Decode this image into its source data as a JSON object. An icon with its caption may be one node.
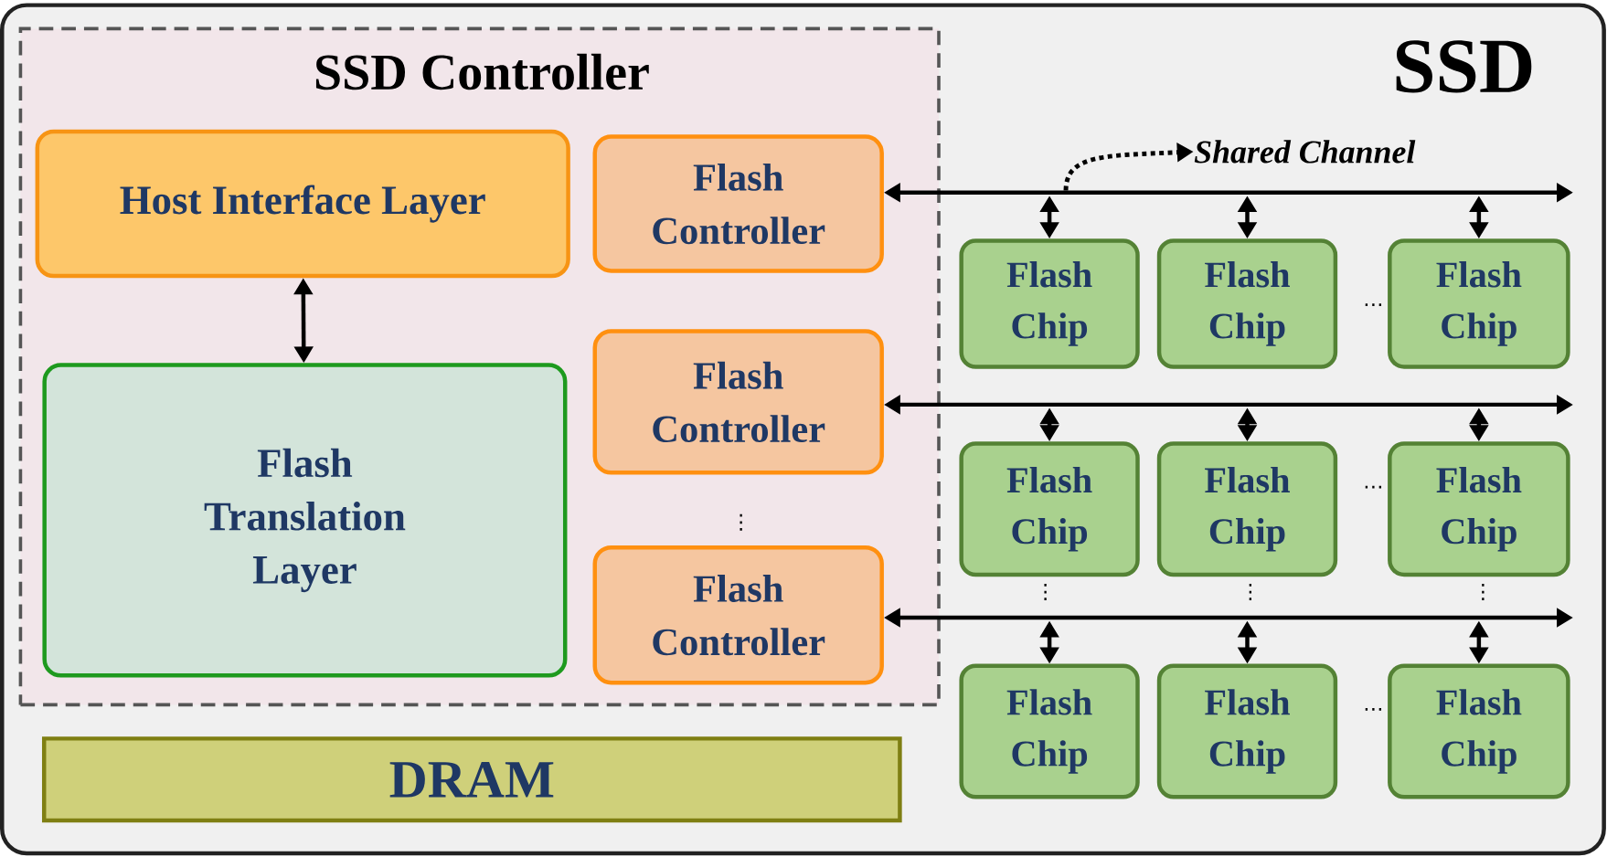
{
  "diagram": {
    "nodes": [
      {
        "text": [
          "SSD"
        ]
      },
      {
        "text": [
          "SSD Controller"
        ],
        "in": 0
      },
      {
        "text": [
          "Host Interface Layer"
        ],
        "in": 1
      },
      {
        "text": [
          "Flash Translation Layer"
        ],
        "in": 1
      },
      {
        "text": [
          "Flash Controller"
        ],
        "in": 1
      },
      {
        "text": [
          "Flash Controller"
        ],
        "in": 1
      },
      {
        "text": [
          "Flash Controller"
        ],
        "in": 1
      },
      {
        "text": [
          "DRAM"
        ],
        "in": 0
      },
      {
        "text": [
          "Flash Chip"
        ],
        "in": 0
      },
      {
        "text": [
          "Flash Chip"
        ],
        "in": 0
      },
      {
        "text": [
          "Flash Chip"
        ],
        "in": 0
      },
      {
        "text": [
          "Flash Chip"
        ],
        "in": 0
      },
      {
        "text": [
          "Flash Chip"
        ],
        "in": 0
      },
      {
        "text": [
          "Flash Chip"
        ],
        "in": 0
      },
      {
        "text": [
          "Flash Chip"
        ],
        "in": 0
      },
      {
        "text": [
          "Flash Chip"
        ],
        "in": 0
      },
      {
        "text": [
          "Flash Chip"
        ],
        "in": 0
      },
      {
        "text": [
          "Shared Channel"
        ],
        "in": 0
      }
    ],
    "edges": [
      {
        "from": 2,
        "to": 3,
        "arrow": "both"
      },
      {
        "from": 4,
        "to": null,
        "arrow": "both"
      },
      {
        "from": 5,
        "to": null,
        "arrow": "both"
      },
      {
        "from": 6,
        "to": null,
        "arrow": "both"
      },
      {
        "from": null,
        "to": 8,
        "arrow": "both"
      },
      {
        "from": null,
        "to": 9,
        "arrow": "both"
      },
      {
        "from": null,
        "to": 10,
        "arrow": "both"
      },
      {
        "from": null,
        "to": 11,
        "arrow": "both"
      },
      {
        "from": null,
        "to": 12,
        "arrow": "both"
      },
      {
        "from": null,
        "to": 13,
        "arrow": "both"
      },
      {
        "from": null,
        "to": 14,
        "arrow": "both"
      },
      {
        "from": null,
        "to": 15,
        "arrow": "both"
      },
      {
        "from": null,
        "to": 16,
        "arrow": "both"
      },
      {
        "from": null,
        "to": 17,
        "arrow": "to",
        "style": "dashed"
      }
    ],
    "labels": [
      "⋯",
      "⋯",
      "⋮",
      "⋮",
      "⋮",
      "⋮",
      "⋯"
    ]
  }
}
